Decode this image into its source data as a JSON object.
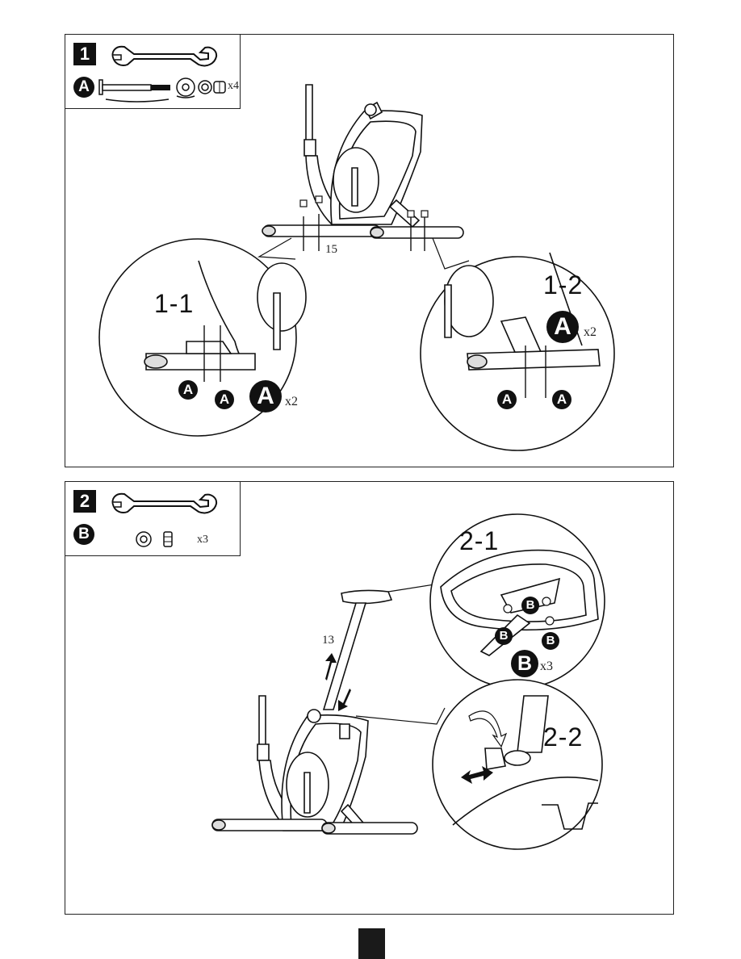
{
  "step1": {
    "number": "1",
    "hardware": {
      "part": "A",
      "quantity": "x4"
    },
    "part_number": "15",
    "detail_left": {
      "label": "1-1",
      "badges": [
        "A",
        "A",
        "A"
      ],
      "quantity": "x2"
    },
    "detail_right": {
      "label": "1-2",
      "badges": [
        "A",
        "A",
        "A"
      ],
      "quantity": "x2"
    }
  },
  "step2": {
    "number": "2",
    "hardware": {
      "part": "B",
      "quantity": "x3"
    },
    "part_number": "13",
    "detail_top": {
      "label": "2-1",
      "badges": [
        "B",
        "B",
        "B",
        "B"
      ],
      "quantity": "x3"
    },
    "detail_bottom": {
      "label": "2-2"
    }
  },
  "icons": [
    "wrench-icon",
    "bolt-icon",
    "washer-icon",
    "nut-icon",
    "arrow-icon"
  ]
}
